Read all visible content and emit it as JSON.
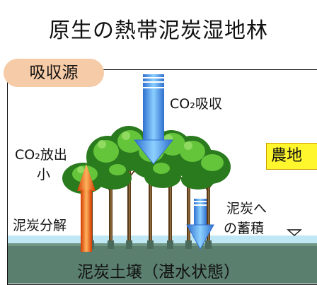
{
  "title": "原生の熱帯泥炭湿地林",
  "badge": "吸収源",
  "labels": {
    "co2_absorb": "CO₂吸収",
    "co2_release": "CO₂放出",
    "small": "小",
    "decomposition": "泥炭分解",
    "accumulation_1": "泥炭へ",
    "accumulation_2": "の蓄積",
    "farmland": "農地",
    "soil": "泥炭土壌（湛水状態）"
  },
  "colors": {
    "badge_bg": "#f6cba7",
    "farmland_bg": "#fff62e",
    "water": "#bfe8f4",
    "soil": "#5b7f6f",
    "blue_arrow": "#4ea3f5",
    "orange_arrow": "#f07a1a",
    "leaf_dark": "#2a7a1e",
    "leaf_light": "#64c43a"
  },
  "icons": {
    "down_arrow": "down-triangle-icon"
  }
}
